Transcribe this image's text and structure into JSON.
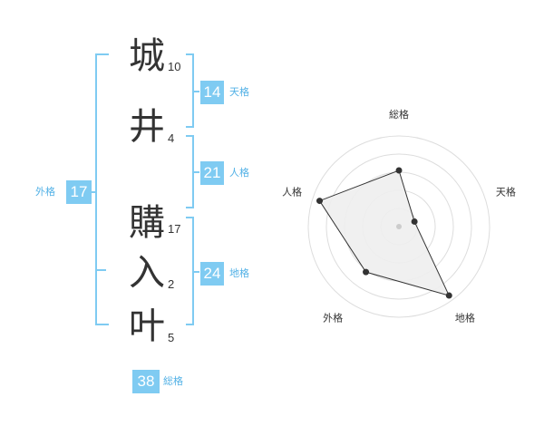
{
  "name": [
    {
      "char": "城",
      "strokes": "10"
    },
    {
      "char": "井",
      "strokes": "4"
    },
    {
      "char": "購",
      "strokes": "17"
    },
    {
      "char": "入",
      "strokes": "2"
    },
    {
      "char": "叶",
      "strokes": "5"
    }
  ],
  "kaku": {
    "tenkaku": {
      "value": "14",
      "label": "天格"
    },
    "jinkaku": {
      "value": "21",
      "label": "人格"
    },
    "chikaku": {
      "value": "24",
      "label": "地格"
    },
    "gaikaku": {
      "value": "17",
      "label": "外格"
    },
    "soukaku": {
      "value": "38",
      "label": "総格"
    }
  },
  "colors": {
    "bracket": "#7fcbf2",
    "badge": "#7fcbf2",
    "label": "#52b1e6",
    "grid": "#dddddd",
    "fill": "#eeeeee",
    "line": "#333333"
  },
  "chart_data": {
    "type": "radar",
    "axes": [
      "総格",
      "天格",
      "地格",
      "外格",
      "人格"
    ],
    "values": [
      3.1,
      0.9,
      4.7,
      3.1,
      4.6
    ],
    "max": 5,
    "rings": 5
  }
}
